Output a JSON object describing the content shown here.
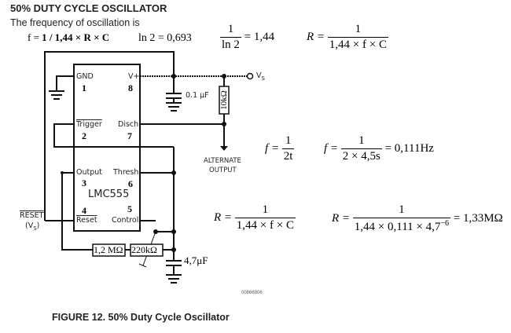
{
  "header": {
    "title": "50% DUTY CYCLE OSCILLATOR",
    "subtitle": "The frequency of oscillation is"
  },
  "formulas": {
    "f_main_prefix": "f = ",
    "f_main_body": "1 / 1,44 × R × C",
    "ln2": "ln 2 = 0,693",
    "inv_ln2": {
      "num": "1",
      "den": "ln 2",
      "result": "= 1,44"
    },
    "R_general_top": {
      "lhs": "R =",
      "num": "1",
      "den": "1,44 × f × C"
    },
    "f_period": {
      "lhs": "f =",
      "num": "1",
      "den": "2t"
    },
    "f_value": {
      "lhs": "f =",
      "num": "1",
      "den": "2 × 4,5s",
      "result": "= 0,111Hz"
    },
    "R_general_bottom": {
      "lhs": "R =",
      "num": "1",
      "den": "1,44 × f × C"
    },
    "R_value": {
      "lhs": "R =",
      "num": "1",
      "den": "1,44 × 0,111 × 4,7",
      "den_exp": "−6",
      "result": "= 1,33MΩ"
    }
  },
  "circuit": {
    "ic_name": "LMC555",
    "pins": [
      {
        "num": "1",
        "label": "GND"
      },
      {
        "num": "8",
        "label": "V+"
      },
      {
        "num": "2",
        "label": "Trigger"
      },
      {
        "num": "7",
        "label": "Disch"
      },
      {
        "num": "3",
        "label": "Output"
      },
      {
        "num": "6",
        "label": "Thresh"
      },
      {
        "num": "4",
        "label": "Reset"
      },
      {
        "num": "5",
        "label": "Control"
      }
    ],
    "supply_label": "V",
    "supply_sub": "S",
    "cap_decoupling": "0.1 μF",
    "resistor_pullup": "10kΩ",
    "alternate_output_line1": "ALTERNATE",
    "alternate_output_line2": "OUTPUT",
    "reset_label": "RESET",
    "reset_sub_label": "(V",
    "reset_sub_s": "S",
    "reset_sub_close": ")",
    "resistor_fixed": "1,2 MΩ",
    "resistor_pot": "220kΩ",
    "cap_timing": "4,7μF"
  },
  "footer": {
    "doc_id": "00866906",
    "caption": "FIGURE 12. 50% Duty Cycle Oscillator"
  }
}
